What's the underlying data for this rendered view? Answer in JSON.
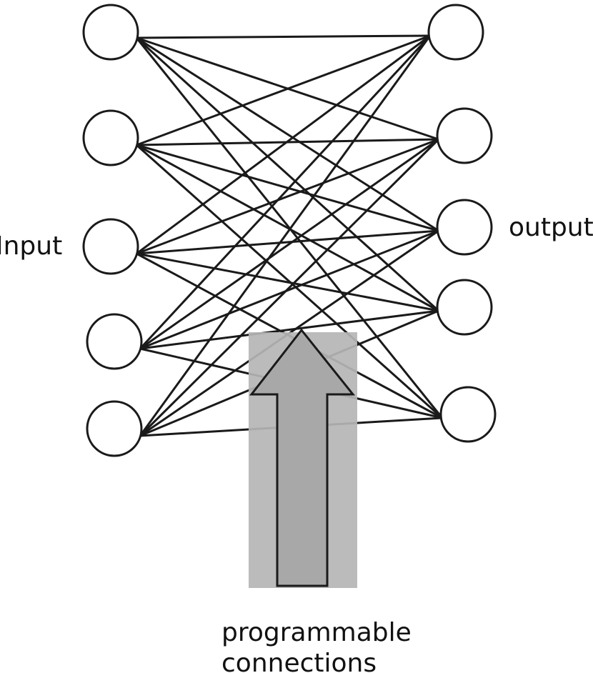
{
  "diagram": {
    "left_label": "Input",
    "right_label": "output",
    "bottom_label_line1": "programmable",
    "bottom_label_line2": "connections",
    "input_count": 5,
    "output_count": 5,
    "fully_connected": true,
    "colors": {
      "node_stroke": "#1a1a1a",
      "edge": "#1a1a1a",
      "panel": "#b5b5b5",
      "arrow_fill": "#a8a8a8",
      "arrow_stroke": "#1a1a1a",
      "background": "#ffffff"
    }
  }
}
